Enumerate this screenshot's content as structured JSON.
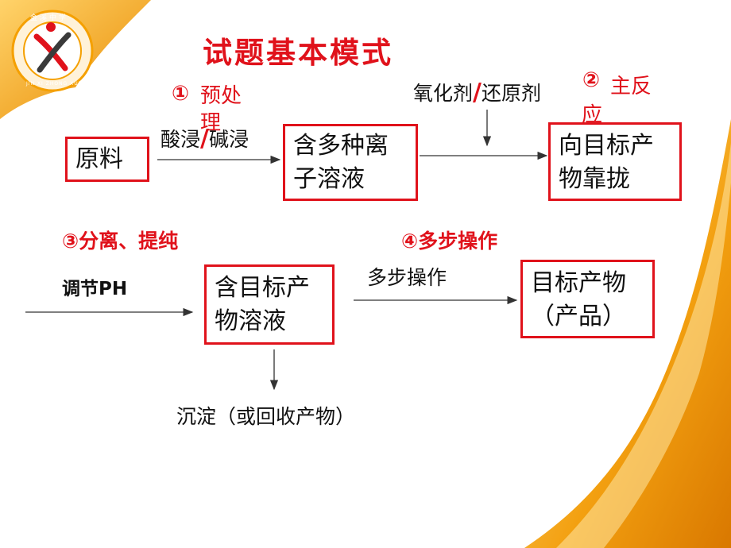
{
  "title": "试题基本模式",
  "colors": {
    "accent": "#e0121b",
    "gradient_dark": "#e58a00",
    "gradient_light": "#ffc94d"
  },
  "logo": {
    "text_top": "金溪中学",
    "text_bottom": "JIN XI ZHONG XUE"
  },
  "steps": {
    "s1": {
      "circled": "①",
      "text": "预处理"
    },
    "s2": {
      "circled": "②",
      "text": "主反应"
    },
    "s3": {
      "text": "③分离、提纯"
    },
    "s4": {
      "text": "④多步操作"
    }
  },
  "labels": {
    "acid_alkali_a": "酸浸",
    "acid_alkali_sep": "/",
    "acid_alkali_b": "碱浸",
    "redox_a": "氧化剂",
    "redox_sep": "/",
    "redox_b": "还原剂",
    "adjust_ph": "调节PH",
    "multi_step": "多步操作",
    "precipitate": "沉淀（或回收产物）"
  },
  "boxes": {
    "raw": "原料",
    "ion_solution_l1": "含多种离",
    "ion_solution_l2": "子溶液",
    "toward_target_l1": "向目标产",
    "toward_target_l2": "物靠拢",
    "target_solution_l1": "含目标产",
    "target_solution_l2": "物溶液",
    "product_l1": "目标产物",
    "product_l2": "（产品）"
  }
}
